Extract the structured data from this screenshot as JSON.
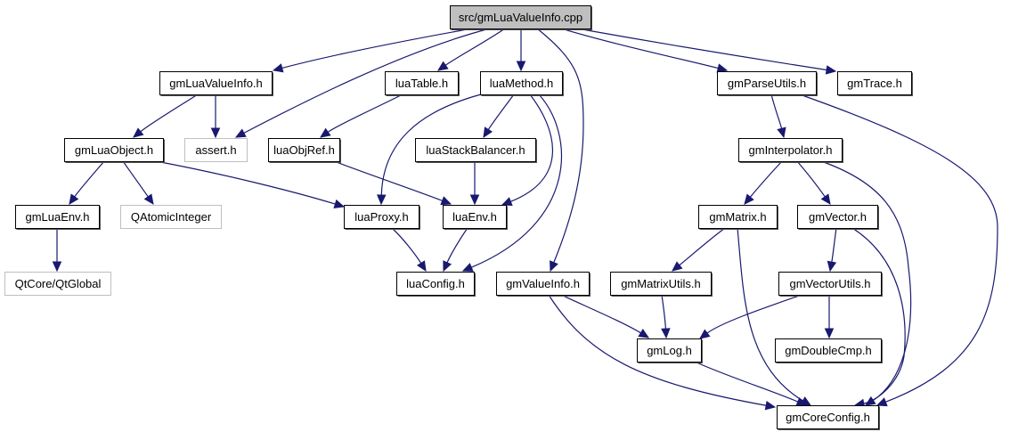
{
  "graph": {
    "title": "src/gmLuaValueInfo.cpp",
    "type": "include-dependency-graph",
    "edge_color": "#191970",
    "nodes": [
      {
        "id": "root",
        "label": "src/gmLuaValueInfo.cpp",
        "kind": "root",
        "fill": "#bfbfbf"
      },
      {
        "id": "gmLuaValueInfo_h",
        "label": "gmLuaValueInfo.h",
        "kind": "documented"
      },
      {
        "id": "luaTable_h",
        "label": "luaTable.h",
        "kind": "documented"
      },
      {
        "id": "luaMethod_h",
        "label": "luaMethod.h",
        "kind": "documented"
      },
      {
        "id": "gmParseUtils_h",
        "label": "gmParseUtils.h",
        "kind": "documented"
      },
      {
        "id": "gmTrace_h",
        "label": "gmTrace.h",
        "kind": "documented"
      },
      {
        "id": "gmLuaObject_h",
        "label": "gmLuaObject.h",
        "kind": "documented"
      },
      {
        "id": "assert_h",
        "label": "assert.h",
        "kind": "external"
      },
      {
        "id": "luaObjRef_h",
        "label": "luaObjRef.h",
        "kind": "documented"
      },
      {
        "id": "luaStackBalancer_h",
        "label": "luaStackBalancer.h",
        "kind": "documented"
      },
      {
        "id": "gmInterpolator_h",
        "label": "gmInterpolator.h",
        "kind": "documented"
      },
      {
        "id": "gmLuaEnv_h",
        "label": "gmLuaEnv.h",
        "kind": "documented"
      },
      {
        "id": "QAtomicInteger",
        "label": "QAtomicInteger",
        "kind": "external"
      },
      {
        "id": "luaProxy_h",
        "label": "luaProxy.h",
        "kind": "documented"
      },
      {
        "id": "luaEnv_h",
        "label": "luaEnv.h",
        "kind": "documented"
      },
      {
        "id": "gmMatrix_h",
        "label": "gmMatrix.h",
        "kind": "documented"
      },
      {
        "id": "gmVector_h",
        "label": "gmVector.h",
        "kind": "documented"
      },
      {
        "id": "QtGlobal",
        "label": "QtCore/QtGlobal",
        "kind": "external"
      },
      {
        "id": "luaConfig_h",
        "label": "luaConfig.h",
        "kind": "documented"
      },
      {
        "id": "gmValueInfo_h",
        "label": "gmValueInfo.h",
        "kind": "documented"
      },
      {
        "id": "gmMatrixUtils_h",
        "label": "gmMatrixUtils.h",
        "kind": "documented"
      },
      {
        "id": "gmVectorUtils_h",
        "label": "gmVectorUtils.h",
        "kind": "documented"
      },
      {
        "id": "gmLog_h",
        "label": "gmLog.h",
        "kind": "documented"
      },
      {
        "id": "gmDoubleCmp_h",
        "label": "gmDoubleCmp.h",
        "kind": "documented"
      },
      {
        "id": "gmCoreConfig_h",
        "label": "gmCoreConfig.h",
        "kind": "documented"
      }
    ],
    "edges": [
      {
        "from": "root",
        "to": "gmLuaValueInfo_h"
      },
      {
        "from": "root",
        "to": "assert_h"
      },
      {
        "from": "root",
        "to": "luaTable_h"
      },
      {
        "from": "root",
        "to": "luaMethod_h"
      },
      {
        "from": "root",
        "to": "gmValueInfo_h"
      },
      {
        "from": "root",
        "to": "gmParseUtils_h"
      },
      {
        "from": "root",
        "to": "gmTrace_h"
      },
      {
        "from": "gmLuaValueInfo_h",
        "to": "gmLuaObject_h"
      },
      {
        "from": "gmLuaValueInfo_h",
        "to": "assert_h"
      },
      {
        "from": "gmLuaObject_h",
        "to": "gmLuaEnv_h"
      },
      {
        "from": "gmLuaObject_h",
        "to": "QAtomicInteger"
      },
      {
        "from": "gmLuaObject_h",
        "to": "luaProxy_h"
      },
      {
        "from": "gmLuaEnv_h",
        "to": "QtGlobal"
      },
      {
        "from": "luaTable_h",
        "to": "luaObjRef_h"
      },
      {
        "from": "luaObjRef_h",
        "to": "luaEnv_h"
      },
      {
        "from": "luaMethod_h",
        "to": "luaProxy_h"
      },
      {
        "from": "luaMethod_h",
        "to": "luaStackBalancer_h"
      },
      {
        "from": "luaMethod_h",
        "to": "luaEnv_h"
      },
      {
        "from": "luaMethod_h",
        "to": "luaConfig_h"
      },
      {
        "from": "luaStackBalancer_h",
        "to": "luaEnv_h"
      },
      {
        "from": "luaProxy_h",
        "to": "luaConfig_h"
      },
      {
        "from": "luaEnv_h",
        "to": "luaConfig_h"
      },
      {
        "from": "gmValueInfo_h",
        "to": "gmLog_h"
      },
      {
        "from": "gmValueInfo_h",
        "to": "gmCoreConfig_h"
      },
      {
        "from": "gmParseUtils_h",
        "to": "gmInterpolator_h"
      },
      {
        "from": "gmParseUtils_h",
        "to": "gmCoreConfig_h"
      },
      {
        "from": "gmInterpolator_h",
        "to": "gmMatrix_h"
      },
      {
        "from": "gmInterpolator_h",
        "to": "gmVector_h"
      },
      {
        "from": "gmInterpolator_h",
        "to": "gmCoreConfig_h"
      },
      {
        "from": "gmMatrix_h",
        "to": "gmMatrixUtils_h"
      },
      {
        "from": "gmMatrix_h",
        "to": "gmCoreConfig_h"
      },
      {
        "from": "gmMatrixUtils_h",
        "to": "gmLog_h"
      },
      {
        "from": "gmVector_h",
        "to": "gmVectorUtils_h"
      },
      {
        "from": "gmVector_h",
        "to": "gmCoreConfig_h"
      },
      {
        "from": "gmVectorUtils_h",
        "to": "gmLog_h"
      },
      {
        "from": "gmVectorUtils_h",
        "to": "gmDoubleCmp_h"
      },
      {
        "from": "gmLog_h",
        "to": "gmCoreConfig_h"
      }
    ]
  }
}
